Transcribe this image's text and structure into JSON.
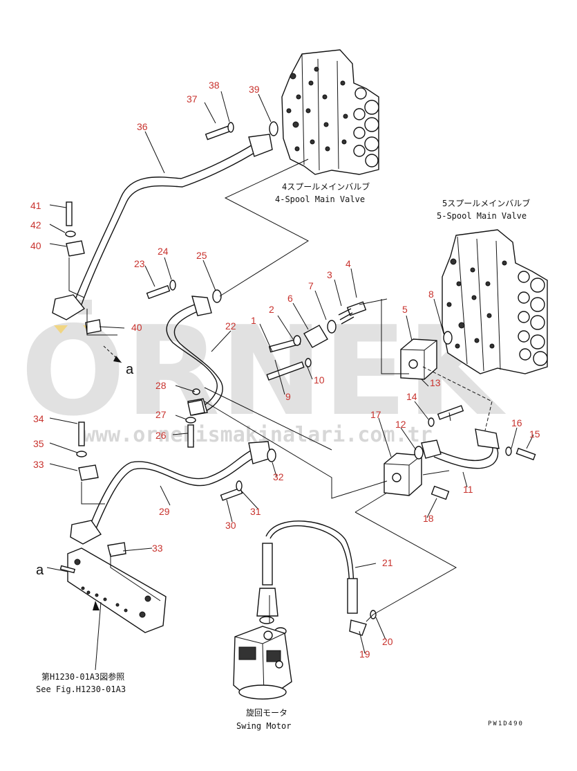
{
  "colors": {
    "callout": "#c8322d",
    "line": "#111111",
    "watermark": "#c9c9c9",
    "watermark_accent": "#f4d26b"
  },
  "captions": {
    "valve4_jp": "4スプールメインバルブ",
    "valve4_en": "4-Spool Main Valve",
    "valve5_jp": "5スプールメインバルブ",
    "valve5_en": "5-Spool Main Valve",
    "ref_jp": "第H1230-01A3図参照",
    "ref_en": "See Fig.H1230-01A3",
    "motor_jp": "旋回モータ",
    "motor_en": "Swing Motor",
    "drawing_code": "PW1D490"
  },
  "letter_marker": "a",
  "watermark": {
    "brand": "ÖRNEK",
    "url": "www.ornekismakinalari.com.tr"
  },
  "callouts": [
    "1",
    "2",
    "3",
    "4",
    "5",
    "6",
    "7",
    "8",
    "9",
    "10",
    "11",
    "12",
    "13",
    "14",
    "15",
    "16",
    "17",
    "18",
    "19",
    "20",
    "21",
    "22",
    "23",
    "24",
    "25",
    "26",
    "27",
    "28",
    "29",
    "30",
    "31",
    "32",
    "33",
    "33",
    "34",
    "35",
    "36",
    "37",
    "38",
    "39",
    "40",
    "40",
    "41",
    "42"
  ]
}
